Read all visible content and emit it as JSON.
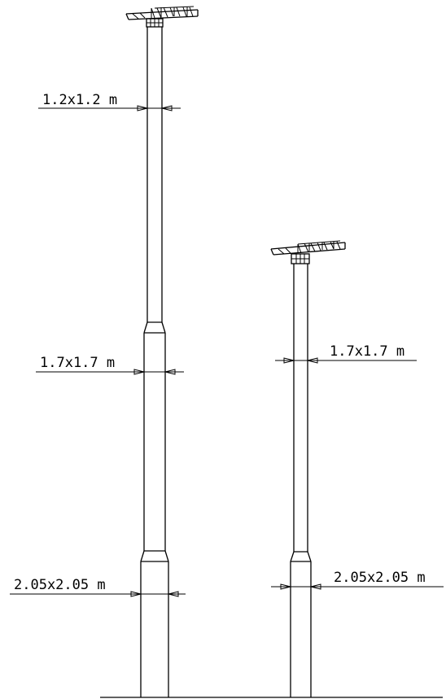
{
  "labels": {
    "left_top": "1.2x1.2  m",
    "left_mid": "1.7x1.7  m",
    "left_bottom": "2.05x2.05  m",
    "right_mid": "1.7x1.7  m",
    "right_bottom": "2.05x2.05  m"
  }
}
